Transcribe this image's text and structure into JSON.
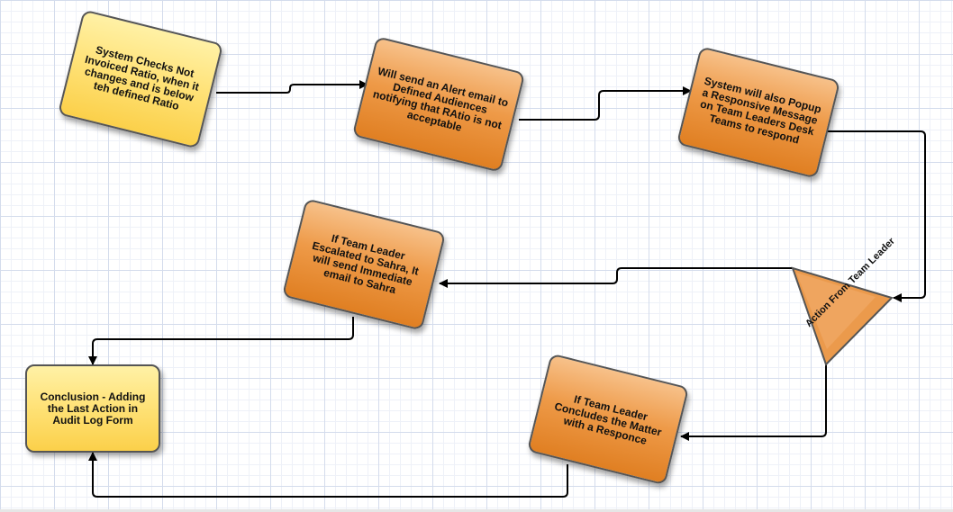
{
  "nodes": {
    "n1": "System Checks Not Invoiced Ratio, when it changes and is below teh defined Ratio",
    "n2": "Will send an Alert email to Defined Audiences notifying that RAtio is not acceptable",
    "n3": "System will also Popup a Responsive Message on Team Leaders Desk Teams to respond",
    "decision": "Action From Team Leader",
    "n4": "If Team Leader Escalated to Sahra, It will send Immediate email to Sahra",
    "n5": "If Team Leader Concludes the Matter with a Responce",
    "n6": "Conclusion - Adding the Last Action in Audit Log Form"
  },
  "colors": {
    "yellow_top": "#fff1a6",
    "yellow_bottom": "#fbd04a",
    "orange_top": "#f7c18a",
    "orange_bottom": "#e07f22",
    "connector": "#000000",
    "grid": "#d4dcec"
  }
}
